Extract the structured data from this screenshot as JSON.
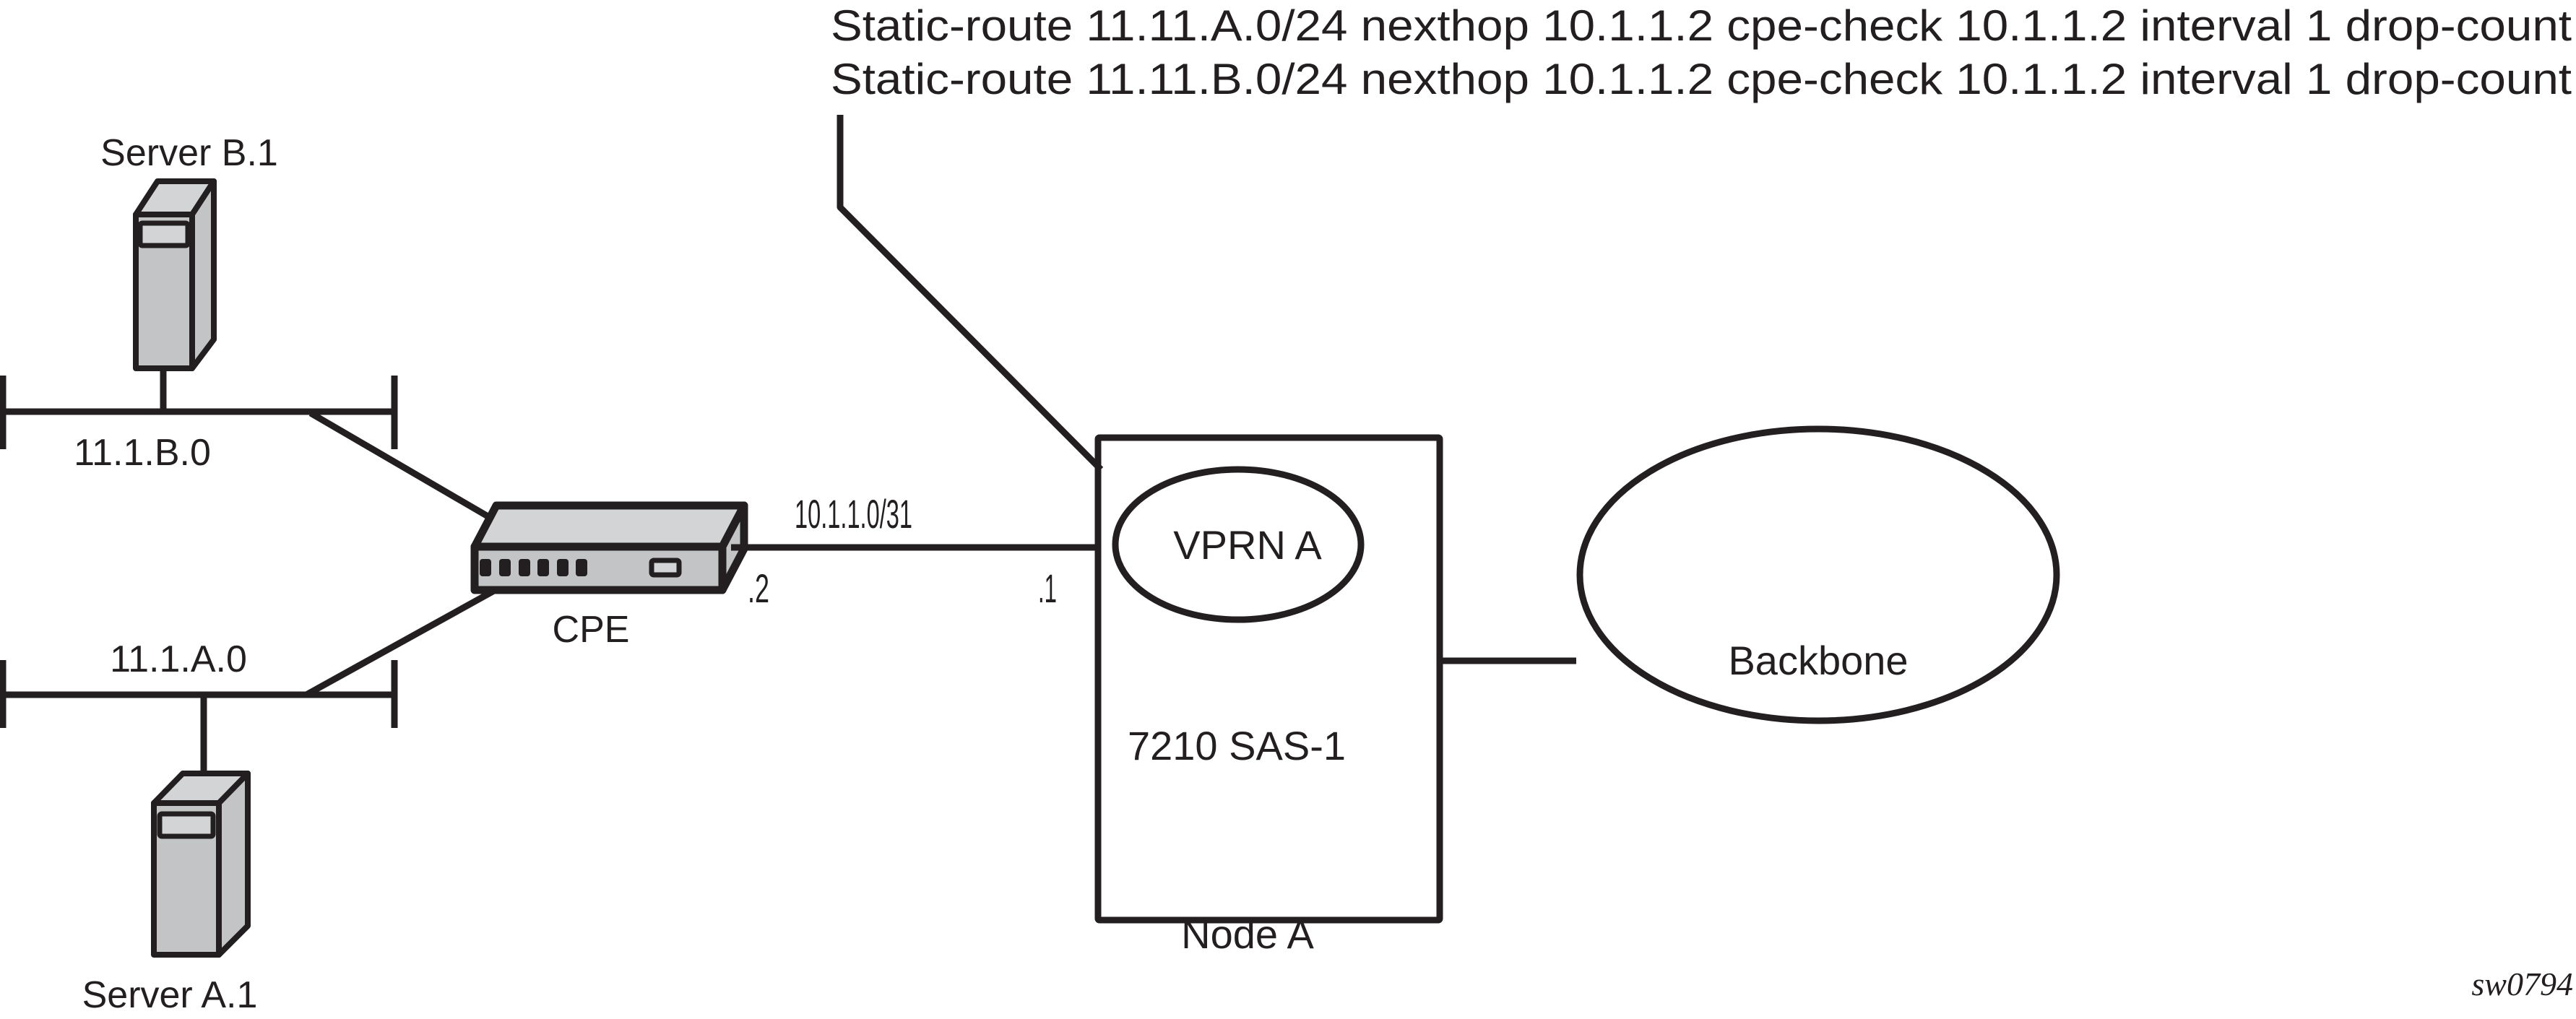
{
  "diagram": {
    "callout": {
      "lines": [
        "Static-route 11.11.A.0/24 nexthop 10.1.1.2 cpe-check 10.1.1.2 interval 1 drop-count",
        "Static-route 11.11.B.0/24 nexthop 10.1.1.2 cpe-check 10.1.1.2 interval 1 drop-count"
      ]
    },
    "servers": [
      {
        "id": "server-b1",
        "label": "Server B.1"
      },
      {
        "id": "server-a1",
        "label": "Server A.1"
      }
    ],
    "subnets": [
      {
        "id": "subnet-b",
        "label": "11.1.B.0"
      },
      {
        "id": "subnet-a",
        "label": "11.1.A.0"
      }
    ],
    "cpe": {
      "label": "CPE",
      "interface_label": ".2"
    },
    "link": {
      "subnet_label": "10.1.1.0/31",
      "node_interface_label": ".1"
    },
    "node": {
      "name": "Node A",
      "model": "7210 SAS-1",
      "service": "VPRN A"
    },
    "backbone": {
      "label": "Backbone"
    },
    "figure_ref": "sw0794",
    "colors": {
      "line": "#231f20",
      "device_face_light": "#d3d4d6",
      "device_face_mid": "#c3c4c6",
      "background": "#ffffff"
    }
  }
}
